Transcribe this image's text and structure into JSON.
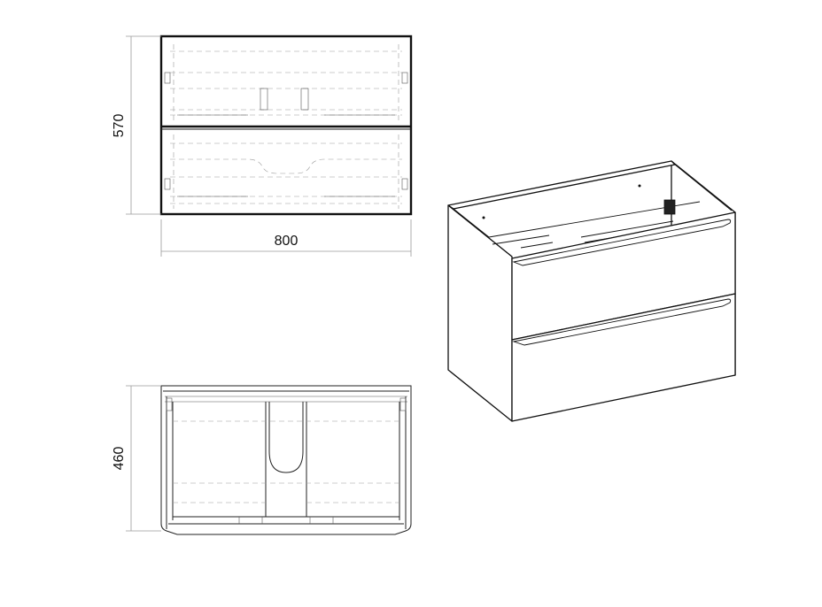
{
  "dimensions": {
    "height": "570",
    "width": "800",
    "depth": "460"
  },
  "views": {
    "front": "front-elevation",
    "top": "plan-view",
    "isometric": "isometric-view"
  },
  "colors": {
    "line": "#111111",
    "dimension_line": "#9a9a9a",
    "background": "#ffffff"
  }
}
